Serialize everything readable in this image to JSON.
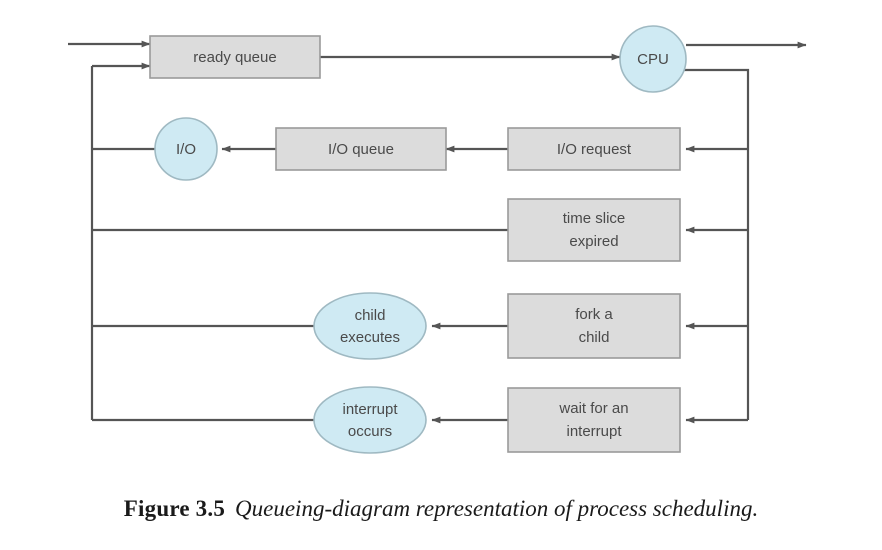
{
  "figure": {
    "label": "Figure 3.5",
    "caption": "Queueing-diagram representation of process scheduling."
  },
  "colors": {
    "box_fill": "#dcdcdc",
    "box_stroke": "#9a9a9a",
    "circle_fill": "#cfeaf3",
    "circle_stroke": "#9fb9c2",
    "edge": "#555555",
    "label_text": "#4a4a4a",
    "background": "#ffffff"
  },
  "diagram": {
    "type": "queueing-diagram",
    "nodes": {
      "ready_queue": {
        "label": "ready queue",
        "shape": "rect"
      },
      "cpu": {
        "label": "CPU",
        "shape": "circle"
      },
      "io": {
        "label": "I/O",
        "shape": "circle"
      },
      "io_queue": {
        "label": "I/O queue",
        "shape": "rect"
      },
      "io_request": {
        "label": "I/O request",
        "shape": "rect"
      },
      "time_slice": {
        "label_line1": "time slice",
        "label_line2": "expired",
        "shape": "rect"
      },
      "child_executes": {
        "label_line1": "child",
        "label_line2": "executes",
        "shape": "ellipse"
      },
      "fork_child": {
        "label_line1": "fork a",
        "label_line2": "child",
        "shape": "rect"
      },
      "interrupt_occurs": {
        "label_line1": "interrupt",
        "label_line2": "occurs",
        "shape": "ellipse"
      },
      "wait_interrupt": {
        "label_line1": "wait for an",
        "label_line2": "interrupt",
        "shape": "rect"
      }
    },
    "edges": [
      {
        "name": "entry-to-ready-queue",
        "from": "entry",
        "to": "ready_queue"
      },
      {
        "name": "ready-queue-to-cpu",
        "from": "ready_queue",
        "to": "cpu"
      },
      {
        "name": "cpu-to-exit",
        "from": "cpu",
        "to": "exit"
      },
      {
        "name": "cpu-to-io-request",
        "from": "cpu",
        "to": "io_request"
      },
      {
        "name": "io-request-to-io-queue",
        "from": "io_request",
        "to": "io_queue"
      },
      {
        "name": "io-queue-to-io",
        "from": "io_queue",
        "to": "io"
      },
      {
        "name": "io-to-ready-queue",
        "from": "io",
        "to": "ready_queue"
      },
      {
        "name": "cpu-to-time-slice",
        "from": "cpu",
        "to": "time_slice"
      },
      {
        "name": "time-slice-to-ready-queue",
        "from": "time_slice",
        "to": "ready_queue"
      },
      {
        "name": "cpu-to-fork-child",
        "from": "cpu",
        "to": "fork_child"
      },
      {
        "name": "fork-child-to-child-executes",
        "from": "fork_child",
        "to": "child_executes"
      },
      {
        "name": "child-executes-to-ready-queue",
        "from": "child_executes",
        "to": "ready_queue"
      },
      {
        "name": "cpu-to-wait-interrupt",
        "from": "cpu",
        "to": "wait_interrupt"
      },
      {
        "name": "wait-interrupt-to-interrupt-occurs",
        "from": "wait_interrupt",
        "to": "interrupt_occurs"
      },
      {
        "name": "interrupt-occurs-to-ready-queue",
        "from": "interrupt_occurs",
        "to": "ready_queue"
      }
    ]
  }
}
